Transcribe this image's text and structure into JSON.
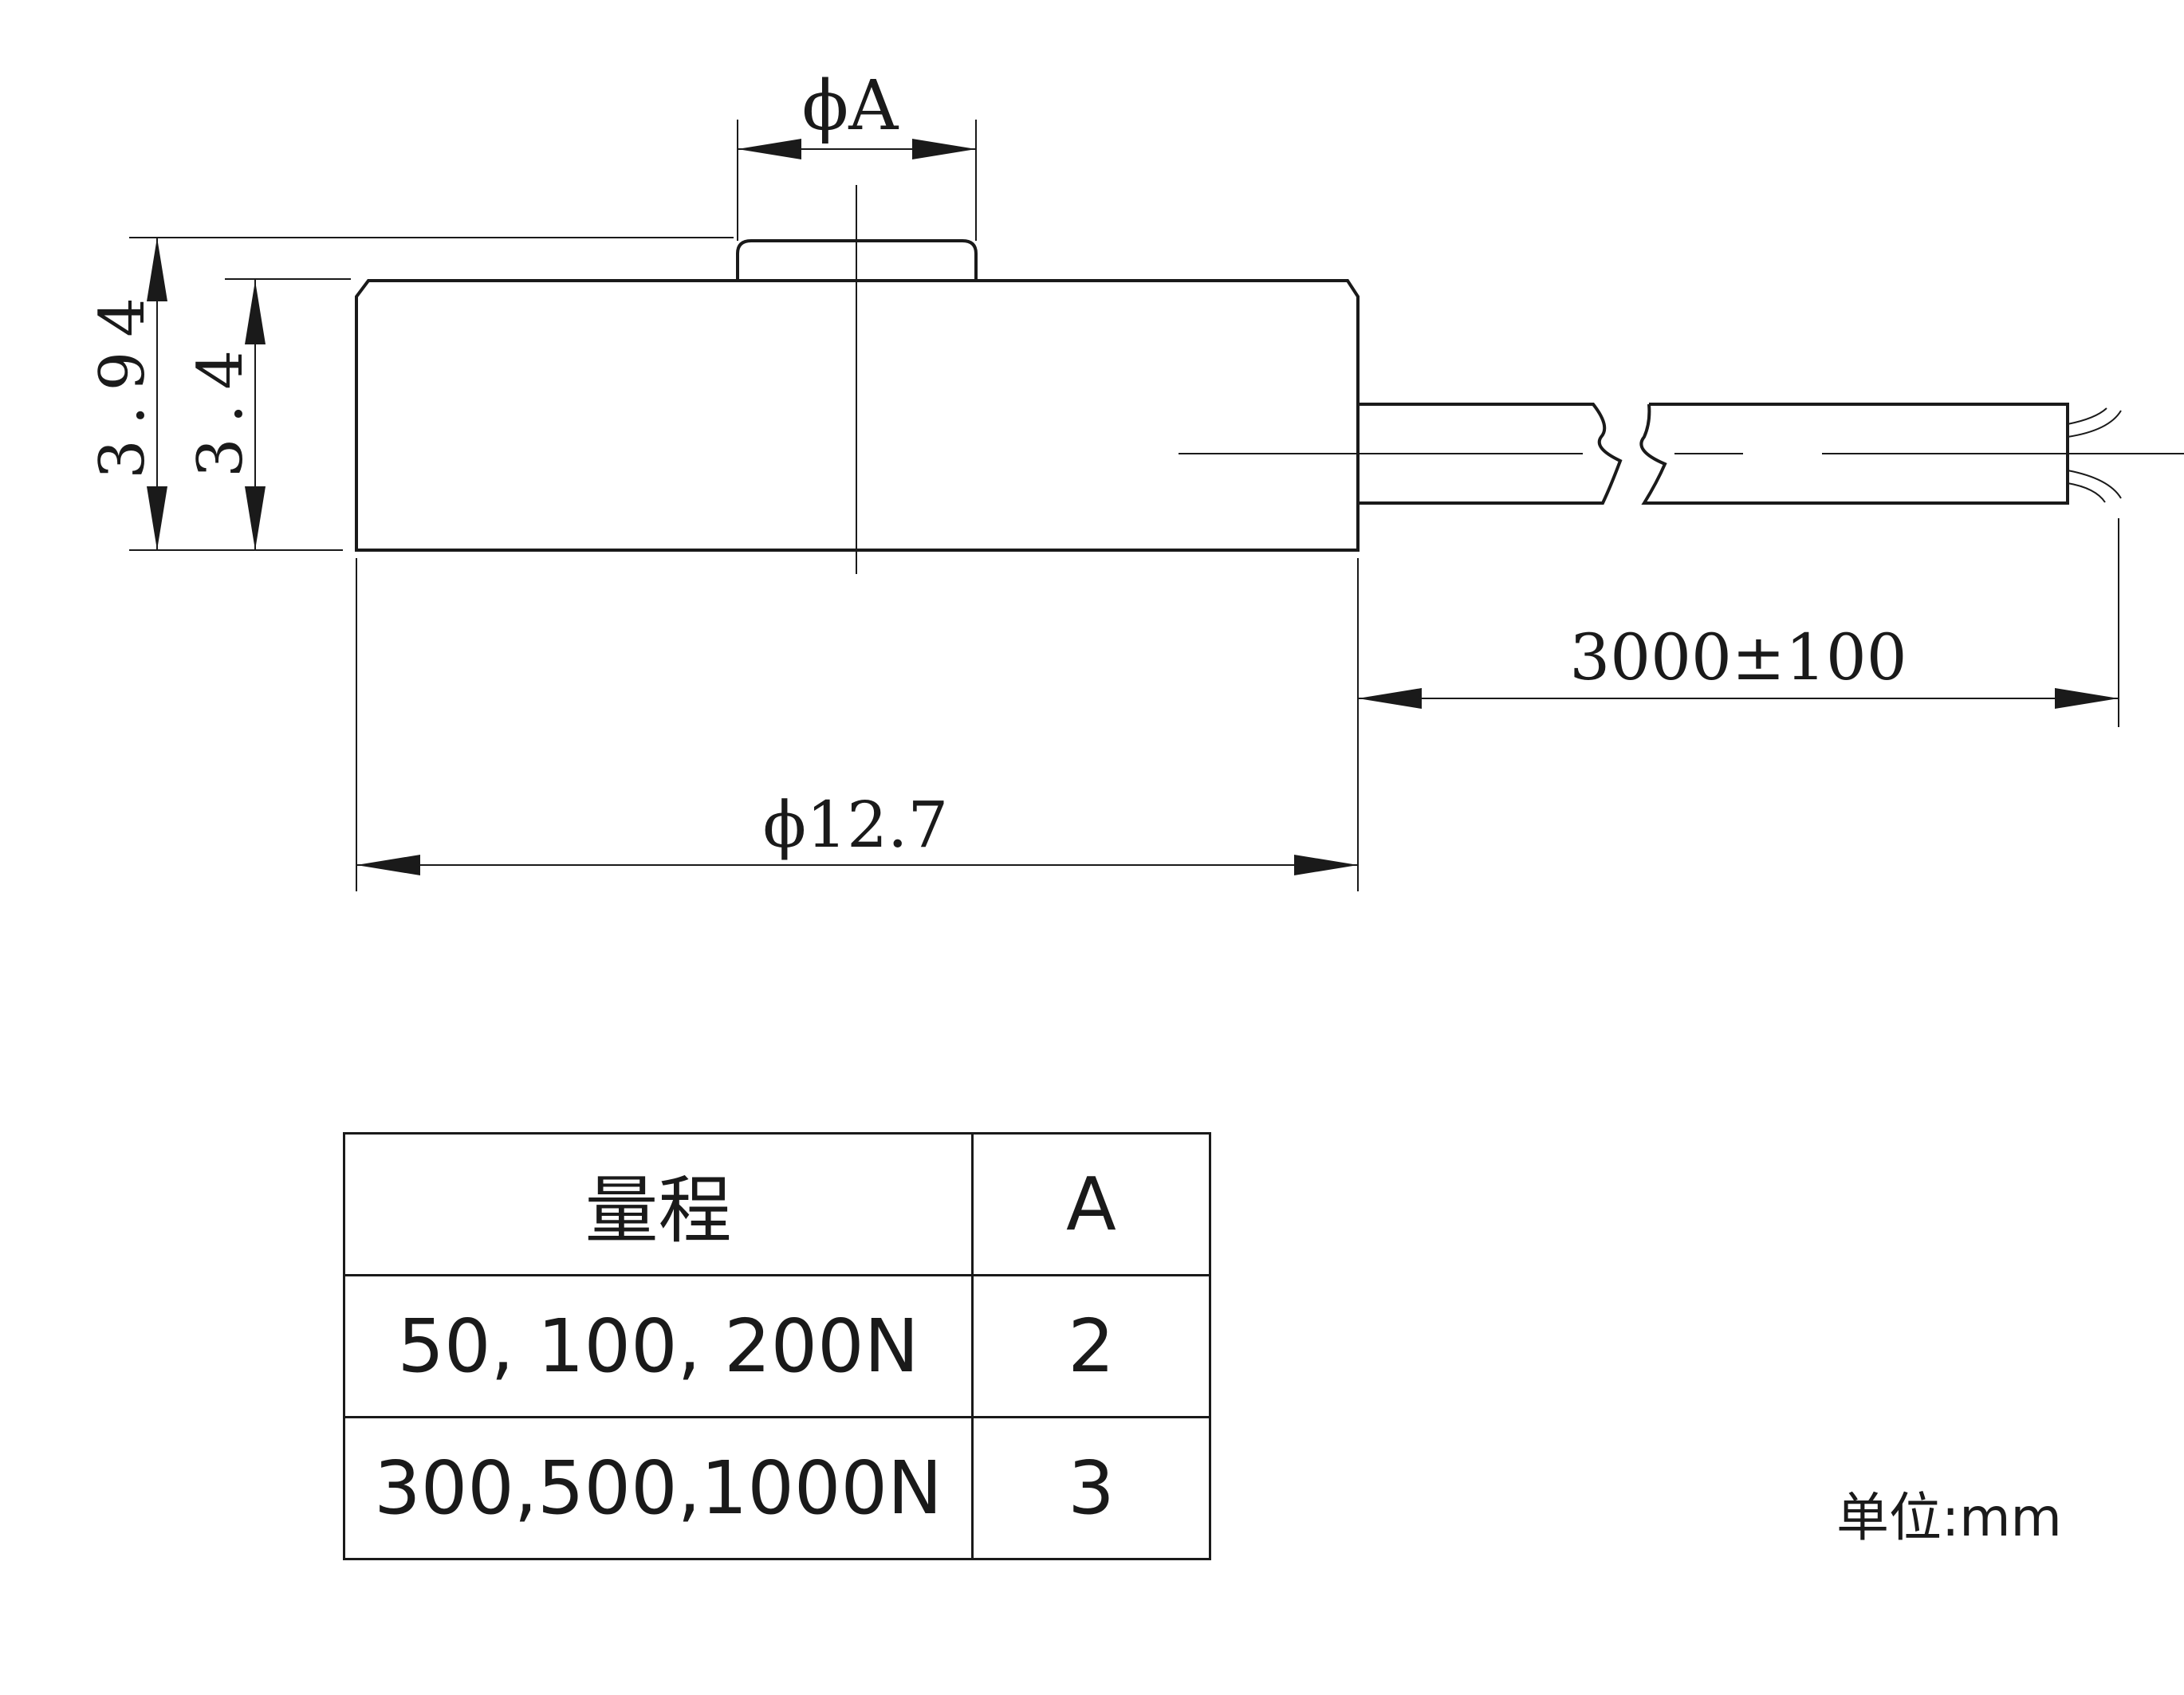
{
  "dimensions": {
    "phi_a": "ϕA",
    "height_total": "3.94",
    "height_body": "3.4",
    "diameter": "ϕ12.7",
    "cable_length": "3000±100"
  },
  "spec_table": {
    "header": [
      "量程",
      "A"
    ],
    "rows": [
      [
        "50, 100, 200N",
        "2"
      ],
      [
        "300,500,1000N",
        "3"
      ]
    ]
  },
  "unit_label": "单位:mm"
}
